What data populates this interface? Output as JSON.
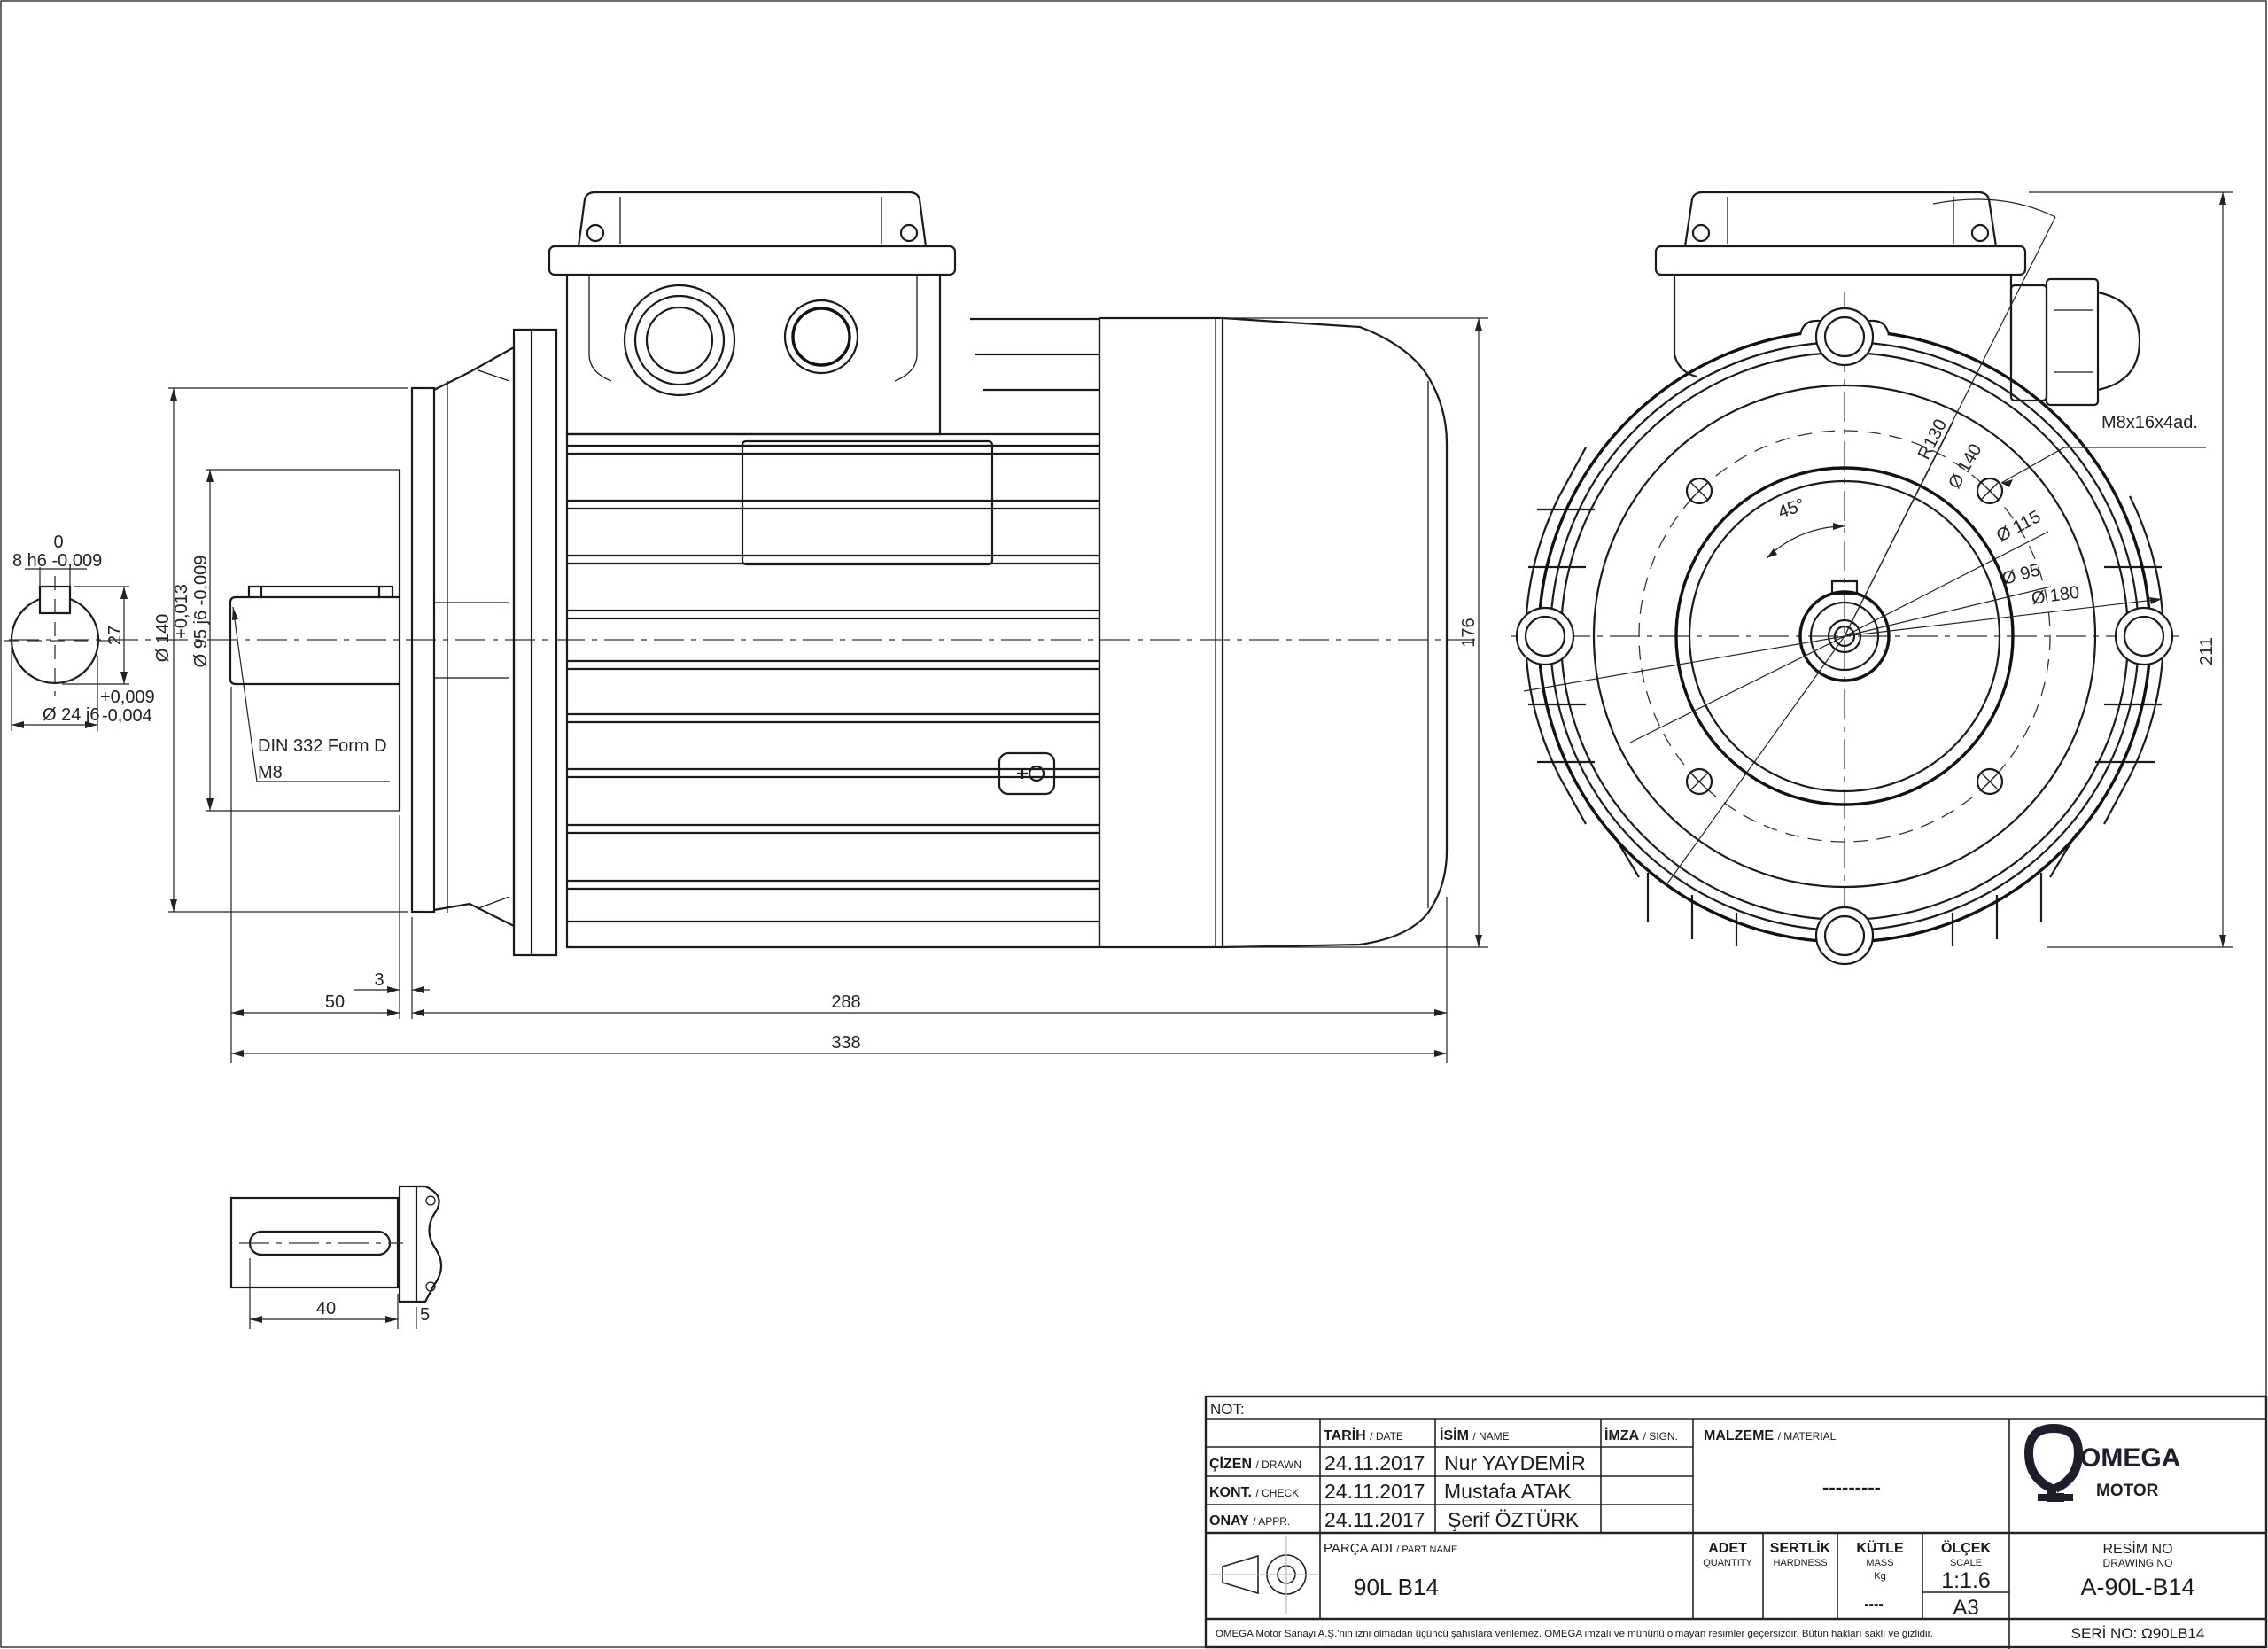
{
  "side_view": {
    "dia_140": "Ø 140",
    "tol_95_upper": "+0,013",
    "dia_95": "Ø 95 j6 -0,009",
    "height_176": "176",
    "len_50": "50",
    "len_288": "288",
    "len_338": "338",
    "gap_3": "3",
    "center_hole_line1": "DIN 332 Form D",
    "center_hole_line2": "M8"
  },
  "key_section": {
    "key_tol_upper": "0",
    "key_width": "8 h6 -0,009",
    "key_height": "27",
    "shaft_tol_upper": "+0,009",
    "shaft_dia": "Ø 24 j6",
    "shaft_tol_lower": "-0,004"
  },
  "end_view": {
    "radius_130": "R130",
    "dia_140": "Ø 140",
    "dia_115": "Ø 115",
    "dia_95": "Ø 95",
    "dia_180": "Ø 180",
    "angle_45": "45°",
    "thread_note": "M8x16x4ad.",
    "height_211": "211"
  },
  "shaft_top_view": {
    "key_length": "40",
    "offset_5": "5"
  },
  "title_block": {
    "note_label": "NOT:",
    "headers": {
      "date": "TARİH",
      "date_en": "/ DATE",
      "name": "İSİM",
      "name_en": "/ NAME",
      "sign": "İMZA",
      "sign_en": "/ SIGN.",
      "material": "MALZEME",
      "material_en": "/ MATERIAL"
    },
    "rows": [
      {
        "role": "ÇİZEN",
        "role_en": "/ DRAWN",
        "date": "24.11.2017",
        "name": "Nur YAYDEMİR"
      },
      {
        "role": "KONT.",
        "role_en": "/ CHECK",
        "date": "24.11.2017",
        "name": "Mustafa ATAK"
      },
      {
        "role": "ONAY",
        "role_en": "/ APPR.",
        "date": "24.11.2017",
        "name": "Şerif ÖZTÜRK"
      }
    ],
    "material_value": "---------",
    "part_name_label": "PARÇA ADI",
    "part_name_label_en": "/ PART NAME",
    "part_name": "90L B14",
    "quantity": "ADET",
    "quantity_en": "QUANTITY",
    "hardness": "SERTLİK",
    "hardness_en": "HARDNESS",
    "mass": "KÜTLE",
    "mass_en": "MASS",
    "mass_unit": "Kg",
    "mass_value": "----",
    "scale": "ÖLÇEK",
    "scale_en": "SCALE",
    "scale_value": "1:1.6",
    "sheet": "A3",
    "drawing_no_label": "RESİM NO",
    "drawing_no_label_en": "DRAWING NO",
    "drawing_no": "A-90L-B14",
    "footer": "OMEGA Motor Sanayi A.Ş.'nin izni olmadan üçüncü şahıslara verilemez. OMEGA imzalı ve mühürlü olmayan resimler geçersizdir. Bütün hakları saklı ve gizlidir.",
    "serial": "SERİ NO: Ω90LB14",
    "logo_word": "OMEGA",
    "logo_sub": "MOTOR"
  }
}
